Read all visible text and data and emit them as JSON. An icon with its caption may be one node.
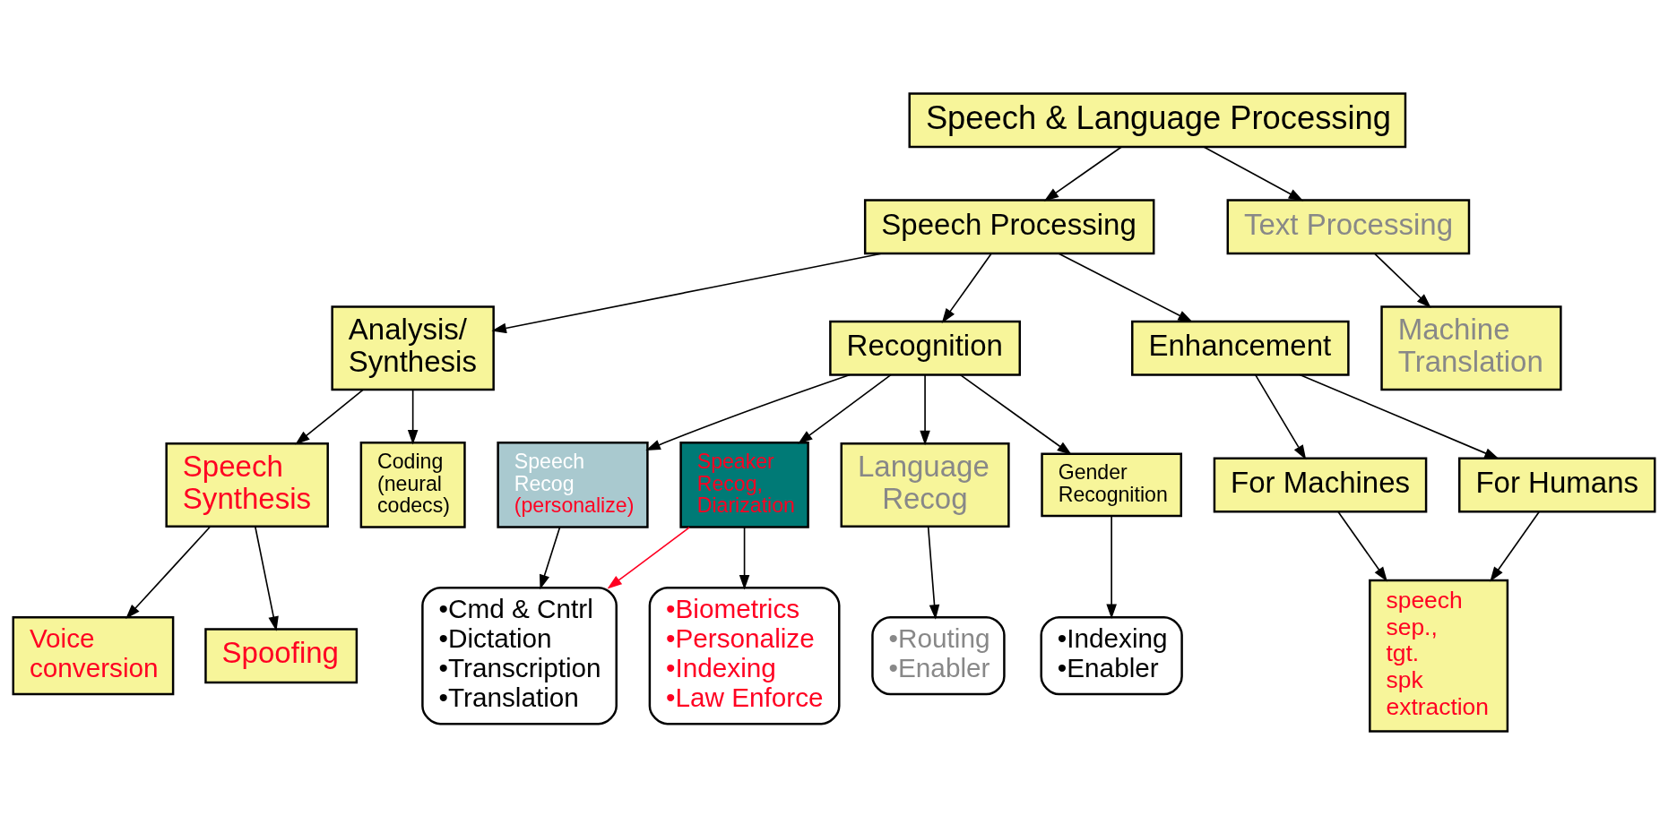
{
  "diagram": {
    "nodes": [
      {
        "text": [
          "Speech & Language Processing"
        ]
      },
      {
        "text": [
          "Speech Processing"
        ]
      },
      {
        "text": [
          "Text Processing"
        ]
      },
      {
        "text": [
          "Analysis/ Synthesis"
        ]
      },
      {
        "text": [
          "Recognition"
        ]
      },
      {
        "text": [
          "Enhancement"
        ]
      },
      {
        "text": [
          "Machine Translation"
        ]
      },
      {
        "text": [
          "Speech Synthesis"
        ]
      },
      {
        "text": [
          "Coding (neural codecs)"
        ]
      },
      {
        "text": [
          "For Machines"
        ]
      },
      {
        "text": [
          "For Humans"
        ]
      },
      {
        "text": [
          "Voice conversion"
        ]
      },
      {
        "text": [
          "Spoofing"
        ]
      },
      {
        "text": [
          "Speech Recog",
          "(personalize)"
        ]
      },
      {
        "text": [
          "Speaker Recog, Diarization"
        ]
      },
      {
        "text": [
          "Language Recog"
        ]
      },
      {
        "text": [
          "Gender Recognition"
        ]
      },
      {
        "text": [
          "speech sep., tgt. spk extraction"
        ]
      },
      {
        "text": [
          "•Cmd & Cntrl",
          "•Dictation",
          "•Transcription",
          "•Translation"
        ]
      },
      {
        "text": [
          "•Biometrics",
          "•Personalize",
          "•Indexing",
          "•Law Enforce"
        ]
      },
      {
        "text": [
          "•Routing",
          "•Enabler"
        ]
      },
      {
        "text": [
          "•Indexing",
          "•Enabler"
        ]
      }
    ],
    "edges": [
      {
        "from": 0,
        "to": 1,
        "arrow": "to"
      },
      {
        "from": 0,
        "to": 2,
        "arrow": "to"
      },
      {
        "from": 1,
        "to": 3,
        "arrow": "to"
      },
      {
        "from": 1,
        "to": 4,
        "arrow": "to"
      },
      {
        "from": 1,
        "to": 5,
        "arrow": "to"
      },
      {
        "from": 2,
        "to": 6,
        "arrow": "to"
      },
      {
        "from": 3,
        "to": 7,
        "arrow": "to"
      },
      {
        "from": 3,
        "to": 8,
        "arrow": "to"
      },
      {
        "from": 5,
        "to": 9,
        "arrow": "to"
      },
      {
        "from": 5,
        "to": 10,
        "arrow": "to"
      },
      {
        "from": 7,
        "to": 11,
        "arrow": "to"
      },
      {
        "from": 7,
        "to": 12,
        "arrow": "to"
      },
      {
        "from": 4,
        "to": 13,
        "arrow": "to"
      },
      {
        "from": 4,
        "to": 14,
        "arrow": "to"
      },
      {
        "from": 4,
        "to": 15,
        "arrow": "to"
      },
      {
        "from": 4,
        "to": 16,
        "arrow": "to"
      },
      {
        "from": 9,
        "to": 17,
        "arrow": "to"
      },
      {
        "from": 10,
        "to": 17,
        "arrow": "to"
      },
      {
        "from": 13,
        "to": 18,
        "arrow": "to"
      },
      {
        "from": 14,
        "to": 19,
        "arrow": "to"
      },
      {
        "from": 14,
        "to": 18,
        "arrow": "to",
        "color": "#ff0022"
      },
      {
        "from": 15,
        "to": 20,
        "arrow": "to"
      },
      {
        "from": 16,
        "to": 21,
        "arrow": "to"
      }
    ]
  }
}
